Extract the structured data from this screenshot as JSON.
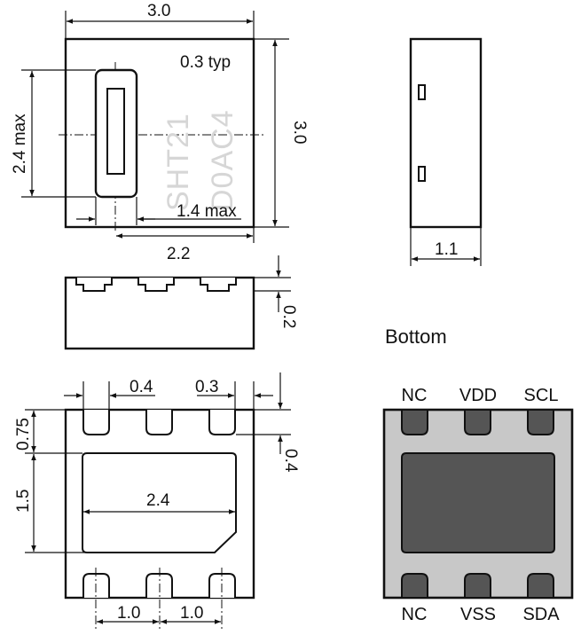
{
  "top_view": {
    "width_label": "3.0",
    "height_label": "3.0",
    "opening_height_label": "2.4 max",
    "opening_width_label": "1.4 max",
    "typ_label": "0.3 typ",
    "pitch_label": "2.2",
    "marking_line1": "SHT21",
    "marking_line2": "D0AC4"
  },
  "side_view_right": {
    "thickness_label": "1.1"
  },
  "side_view_front": {
    "pad_height_label": "0.2"
  },
  "bottom_dims": {
    "pad_width_label": "0.4",
    "pad_edge_label": "0.3",
    "pad_length_label": "0.4",
    "edge_offset_label": "0.75",
    "center_height_label": "1.5",
    "center_width_label": "2.4",
    "pitch_left_label": "1.0",
    "pitch_right_label": "1.0"
  },
  "bottom_view": {
    "title": "Bottom",
    "pins_top": [
      "NC",
      "VDD",
      "SCL"
    ],
    "pins_bottom": [
      "NC",
      "VSS",
      "SDA"
    ],
    "body_color": "#c8c8c8",
    "pad_color": "#555555"
  }
}
